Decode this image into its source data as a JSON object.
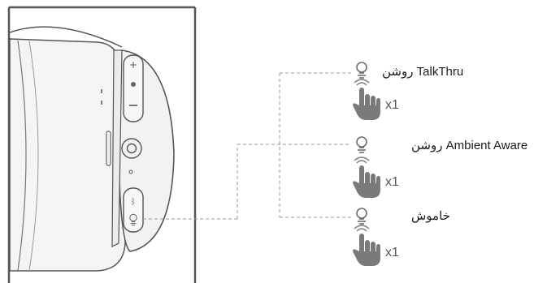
{
  "modes": [
    {
      "label_latin": "TalkThru",
      "label_rtl": "روشن",
      "count": "x1"
    },
    {
      "label_latin": "Ambient Aware",
      "label_rtl": "روشن",
      "count": "x1"
    },
    {
      "label_latin": "",
      "label_rtl": "خاموش",
      "count": "x1"
    }
  ],
  "colors": {
    "outline": "#555555",
    "earcup": "#f2f2f2",
    "dashed_line": "#9a9a9a",
    "icon": "#6e6e6e"
  },
  "icons": [
    "bulb-icon",
    "tap-hand-icon",
    "bluetooth-icon",
    "volume-plus-icon",
    "volume-minus-icon",
    "audio-jack-icon"
  ]
}
